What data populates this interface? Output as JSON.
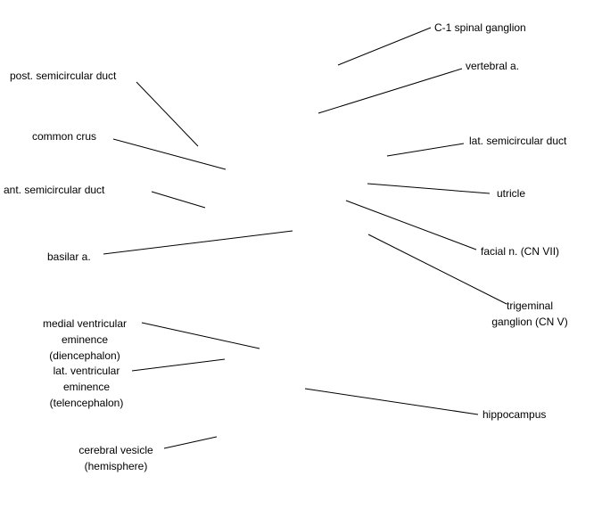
{
  "labels": {
    "c1_spinal_ganglion": "C-1 spinal ganglion",
    "vertebral_a": "vertebral a.",
    "post_semicircular_duct": "post. semicircular duct",
    "common_crus": "common crus",
    "lat_semicircular_duct": "lat. semicircular duct",
    "utricle": "utricle",
    "ant_semicircular_duct": "ant. semicircular duct",
    "basilar_a": "basilar a.",
    "facial_n": "facial n. (CN VII)",
    "trigeminal_ganglion": "trigeminal\nganglion (CN V)",
    "medial_ventricular_eminence": "medial ventricular\neminence\n(diencephalon)",
    "lat_ventricular_eminence": "lat. ventricular\neminence\n(telencephalon)",
    "hippocampus": "hippocampus",
    "cerebral_vesicle": "cerebral vesicle\n(hemisphere)"
  }
}
